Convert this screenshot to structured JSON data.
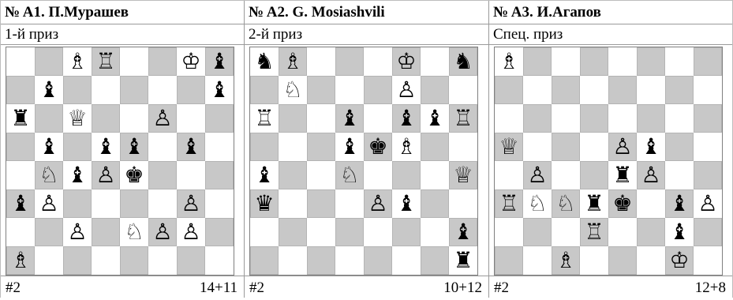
{
  "problems": [
    {
      "title": "№ A1. П.Мурашев",
      "award": "1-й приз",
      "stipulation": "#2",
      "material": "14+11",
      "board": [
        [
          "",
          "",
          "♗",
          "♖",
          "",
          "",
          "♔",
          "♝"
        ],
        [
          "",
          "♝",
          "",
          "",
          "",
          "",
          "",
          "♝"
        ],
        [
          "♜",
          "",
          "♕",
          "",
          "",
          "♙",
          "",
          ""
        ],
        [
          "",
          "♝",
          "",
          "♝",
          "♝",
          "",
          "♝",
          ""
        ],
        [
          "",
          "♘",
          "♝",
          "♙",
          "♚",
          "",
          "",
          ""
        ],
        [
          "♝",
          "♙",
          "",
          "",
          "",
          "",
          "♙",
          ""
        ],
        [
          "",
          "",
          "♙",
          "",
          "♘",
          "♙",
          "♙",
          ""
        ],
        [
          "♗",
          "",
          "",
          "",
          "",
          "",
          "",
          ""
        ]
      ]
    },
    {
      "title": "№ A2. G. Mosiashvili",
      "award": "2-й приз",
      "stipulation": "#2",
      "material": "10+12",
      "board": [
        [
          "♞",
          "♗",
          "",
          "",
          "",
          "♔",
          "",
          "♞"
        ],
        [
          "",
          "♘",
          "",
          "",
          "",
          "♙",
          "",
          ""
        ],
        [
          "♖",
          "",
          "",
          "♝",
          "",
          "♝",
          "♝",
          "♖"
        ],
        [
          "",
          "",
          "",
          "♝",
          "♚",
          "♗",
          "",
          ""
        ],
        [
          "♝",
          "",
          "",
          "♘",
          "",
          "",
          "",
          "♕"
        ],
        [
          "♛",
          "",
          "",
          "",
          "♙",
          "♝",
          "",
          ""
        ],
        [
          "",
          "",
          "",
          "",
          "",
          "",
          "",
          "♝"
        ],
        [
          "",
          "",
          "",
          "",
          "",
          "",
          "",
          "♜"
        ]
      ]
    },
    {
      "title": "№ A3. И.Агапов",
      "award": "Спец. приз",
      "stipulation": "#2",
      "material": "12+8",
      "board": [
        [
          "♗",
          "",
          "",
          "",
          "",
          "",
          "",
          ""
        ],
        [
          "",
          "",
          "",
          "",
          "",
          "",
          "",
          ""
        ],
        [
          "",
          "",
          "",
          "",
          "",
          "",
          "",
          ""
        ],
        [
          "♕",
          "",
          "",
          "",
          "♙",
          "♝",
          "",
          ""
        ],
        [
          "",
          "♙",
          "",
          "",
          "♜",
          "♙",
          "",
          ""
        ],
        [
          "♖",
          "♘",
          "♘",
          "♜",
          "♚",
          "",
          "♝",
          "♙"
        ],
        [
          "",
          "",
          "",
          "♖",
          "",
          "",
          "♝",
          ""
        ],
        [
          "",
          "",
          "♗",
          "",
          "",
          "",
          "♔",
          ""
        ]
      ]
    }
  ]
}
